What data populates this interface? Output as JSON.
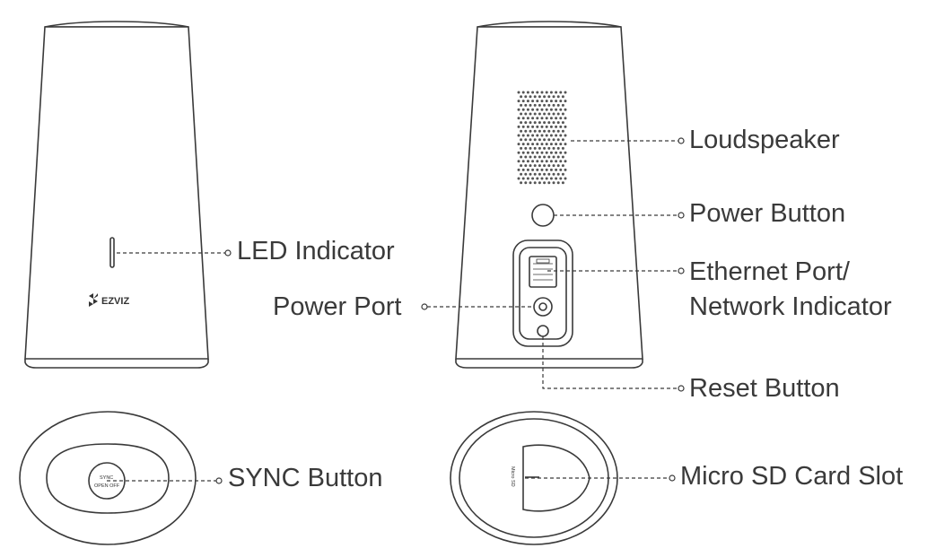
{
  "labels": {
    "led_indicator": "LED Indicator",
    "power_port": "Power Port",
    "loudspeaker": "Loudspeaker",
    "power_button": "Power Button",
    "ethernet_port": "Ethernet Port/",
    "network_indicator": "Network Indicator",
    "reset_button": "Reset Button",
    "sync_button": "SYNC Button",
    "micro_sd_card_slot": "Micro SD Card Slot"
  },
  "device_markings": {
    "brand_logo": "EZVIZ",
    "sync_label": "SYNC",
    "sync_switch": "OPEN OFF",
    "sd_label": "Micro SD"
  },
  "colors": {
    "line": "#3a3a3a",
    "text": "#3a3a3a",
    "speaker_dots": "#555555"
  }
}
